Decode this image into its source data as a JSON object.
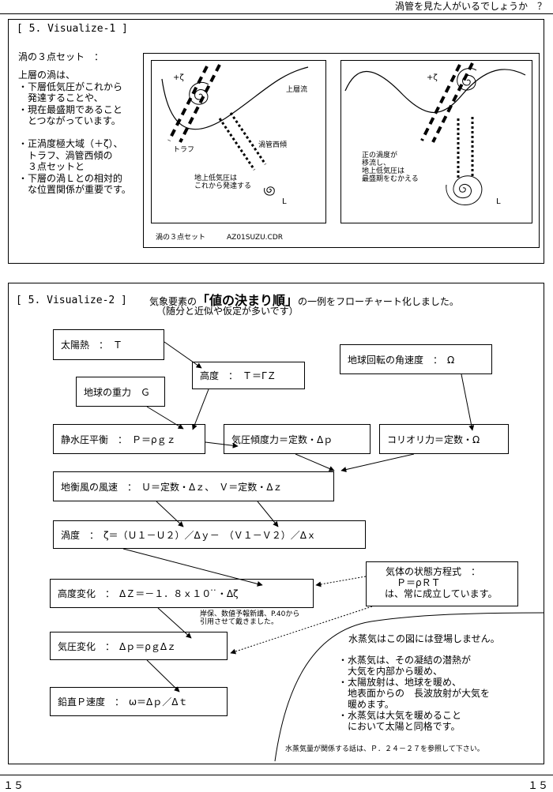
{
  "header": {
    "question": "渦管を見た人がいるでしょうか　？"
  },
  "section1": {
    "heading": "[ 5. Visualize-1 ]",
    "subtitle": "渦の３点セット　：",
    "body_lines": [
      "上層の渦は、",
      "・下層低気圧がこれから",
      "　発達することや、",
      "・現在最盛期であること",
      "　とつながっています。",
      "",
      "・正渦度極大域（＋ζ）、",
      "　トラフ、渦管西傾の",
      "　３点セットと",
      "・下層の渦Ｌとの相対的",
      "　な位置関係が重要です。"
    ],
    "figure": {
      "left_panel": {
        "plus_zeta": "+ζ",
        "upper_flow": "上層流",
        "trough": "トラフ",
        "tilt": "渦管西傾",
        "surface_line1": "地上低気圧は",
        "surface_line2": "これから発達する",
        "low": "L"
      },
      "right_panel": {
        "plus_zeta": "+ζ",
        "note_lines": [
          "正の渦度が",
          "移流し、",
          "地上低気圧は",
          "最盛期をむかえる"
        ],
        "low": "L"
      },
      "caption": "渦の３点セット",
      "filename": "AZ01SUZU.CDR"
    }
  },
  "section2": {
    "heading": "[ 5. Visualize-2 ]",
    "title_pre": "気象要素の",
    "title_big": "「値の決まり順」",
    "title_post": "の一例をフローチャート化しました。",
    "note": "（随分と近似や仮定が多いです）",
    "boxes": {
      "solar": "太陽熱　：　Ｔ",
      "height": "高度　：　Ｔ＝ΓＺ",
      "rotation": "地球回転の角速度　：　Ω",
      "gravity": "地球の重力　Ｇ",
      "hydro": "静水圧平衡　：　Ｐ＝ρｇｚ",
      "pgf": "気圧傾度力＝定数・Δｐ",
      "coriolis": "コリオリ力＝定数・Ω",
      "geo": "地衡風の風速　：　Ｕ＝定数・Δｚ、　Ｖ＝定数・Δｚ",
      "vort": "渦度　：　ζ＝（Ｕ１－Ｕ２）／Δｙ－　（Ｖ１－Ｖ２）／Δｘ",
      "dz": "高度変化　：　ΔＺ＝－１．８ｘ１０ ̇ ̇・Δζ",
      "dp": "気圧変化　：　Δｐ＝ρｇΔｚ",
      "omega": "鉛直Ｐ速度　：　ω＝Δｐ／Δｔ"
    },
    "state_eq": {
      "line1": "気体の状態方程式　：",
      "line2": "Ｐ＝ρＲＴ",
      "line3": "は、常に成立しています。"
    },
    "citation_line1": "岸保、数値予報新講、P.40から",
    "citation_line2": "引用させて戴きました。",
    "water": {
      "intro": "水蒸気はこの図には登場しません。",
      "lines": [
        "・水蒸気は、その凝結の潜熱が",
        "　大気を内部から暖め、",
        "・太陽放射は、地球を暖め、",
        "　地表面からの　長波放射が大気を",
        "　暖めます。",
        "・水蒸気は大気を暖めること",
        "　において太陽と同格です。"
      ],
      "footnote": "水蒸気量が関係する話は、Ｐ．２４－２７を参照して下さい。"
    }
  },
  "footer": {
    "page_left": "１５",
    "page_right": "１５"
  }
}
